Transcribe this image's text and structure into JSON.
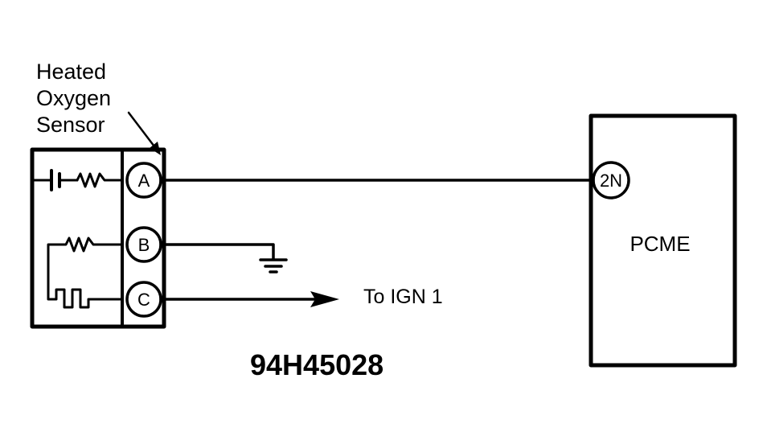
{
  "sensor": {
    "label_lines": [
      "Heated",
      "Oxygen",
      "Sensor"
    ],
    "pins": [
      "A",
      "B",
      "C"
    ]
  },
  "pcme": {
    "label": "PCME",
    "pin": "2N"
  },
  "destination": "To IGN 1",
  "diagram_code": "94H45028",
  "colors": {
    "ink": "#000000",
    "background": "#ffffff"
  }
}
